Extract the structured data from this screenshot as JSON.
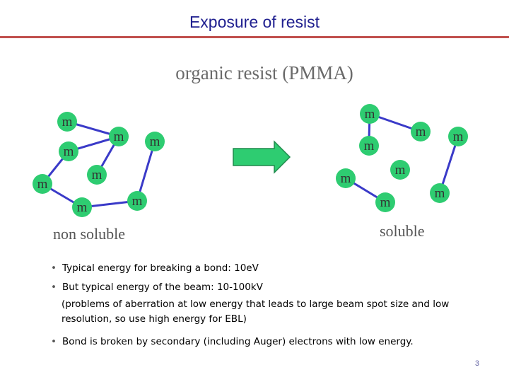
{
  "title": "Exposure of resist",
  "subtitle": "organic resist (PMMA)",
  "label_left": "non soluble",
  "label_right": "soluble",
  "monomer_label": "m",
  "colors": {
    "title_rule": "#c0504d",
    "node": "#2ecc71",
    "bond": "#3a3ac8",
    "arrow": "#2ecc71"
  },
  "bullets": [
    "Typical energy for breaking a bond: 10eV",
    "But typical energy of the beam: 10-100kV",
    "(problems of aberration at low energy that leads to large beam spot size and low resolution, so use high energy for EBL)",
    "Bond is broken by secondary (including Auger) electrons with low energy."
  ],
  "page_number": "3"
}
